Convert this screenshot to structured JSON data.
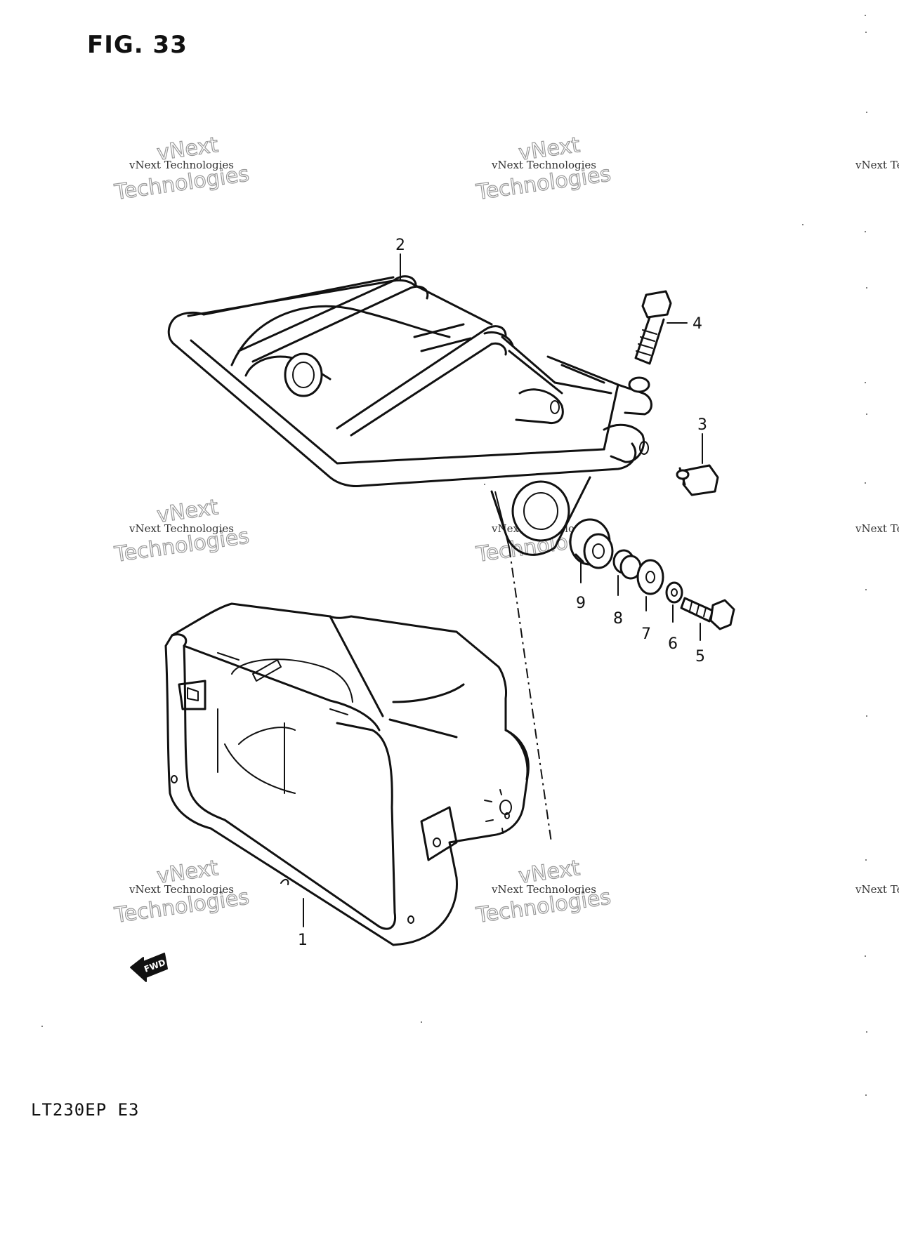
{
  "figure": {
    "title": "FIG. 33",
    "model_code": "LT230EP E3",
    "fwd_label": "FWD"
  },
  "parts": [
    {
      "number": "1"
    },
    {
      "number": "2"
    },
    {
      "number": "3"
    },
    {
      "number": "4"
    },
    {
      "number": "5"
    },
    {
      "number": "6"
    },
    {
      "number": "7"
    },
    {
      "number": "8"
    },
    {
      "number": "9"
    }
  ],
  "watermark": {
    "line1": "vNext Technologies",
    "line2": "vNext",
    "line3": "Technologies"
  }
}
